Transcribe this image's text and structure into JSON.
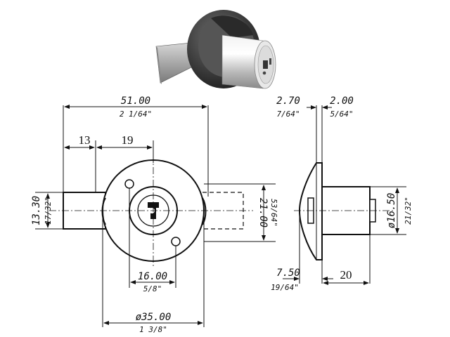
{
  "dimensions": {
    "overall_width_mm": "51.00",
    "overall_width_in": "2 1/64\"",
    "left_bolt_len": "13",
    "bolt_to_center": "19",
    "bolt_height_mm": "13.30",
    "bolt_height_in": "17/32\"",
    "height_mm": "21.00",
    "height_in": "53/64\"",
    "hole_spacing_mm": "16.00",
    "hole_spacing_in": "5/8\"",
    "flange_dia_mm": "ø35.00",
    "flange_dia_in": "1 3/8\"",
    "flange_thick_mm": "2.70",
    "flange_thick_in": "7/64\"",
    "gap_mm": "2.00",
    "gap_in": "5/64\"",
    "cyl_dia_mm": "ø16.50",
    "cyl_dia_in": "21/32\"",
    "depth_mm": "7.50",
    "depth_in": "19/64\"",
    "cyl_len": "20"
  }
}
